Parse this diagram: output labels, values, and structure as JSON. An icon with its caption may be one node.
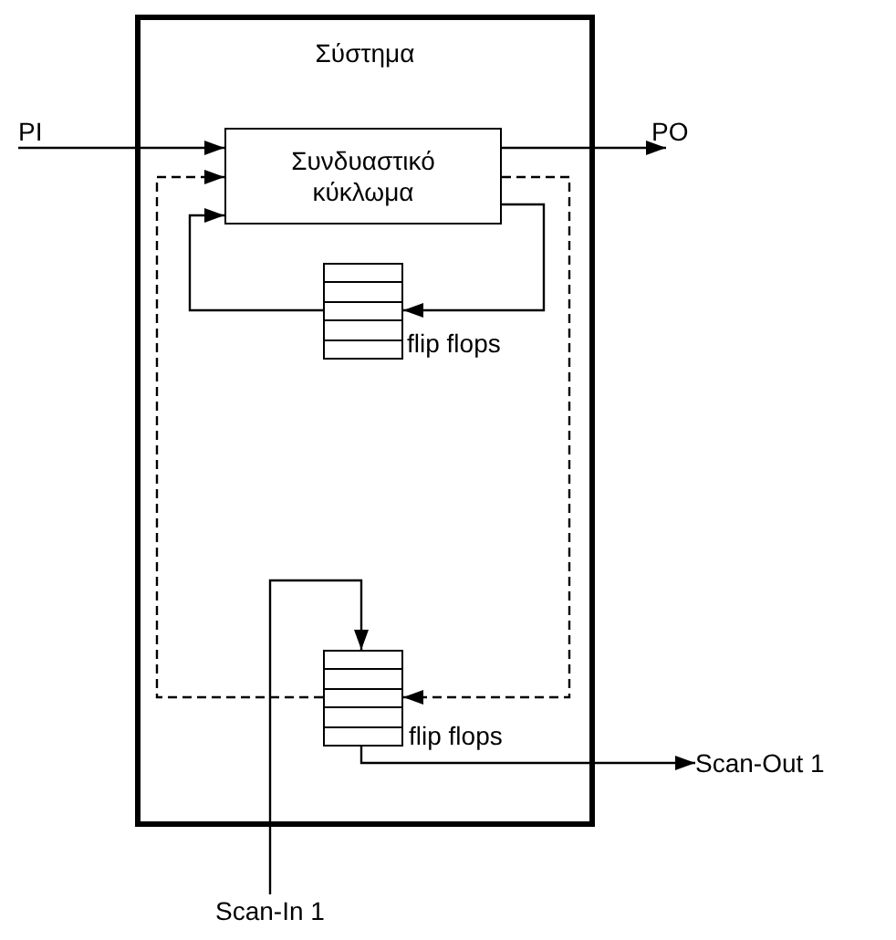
{
  "diagram": {
    "nodes": [
      {
        "text": [
          "Σύστημα"
        ]
      },
      {
        "text": [
          "Συνδυαστικό κύκλωμα"
        ],
        "in": 0
      },
      {
        "text": [],
        "shape": "box",
        "in": 0,
        "beside": [
          "flip flops"
        ]
      },
      {
        "text": [],
        "shape": "box",
        "in": 0,
        "beside": [
          "flip flops"
        ]
      },
      {
        "text": [
          "PI"
        ]
      },
      {
        "text": [
          "PO"
        ]
      },
      {
        "text": [
          "Scan-In 1"
        ]
      },
      {
        "text": [
          "Scan-Out 1"
        ]
      }
    ],
    "edges": [
      {
        "from": 4,
        "to": 1,
        "arrow": "to"
      },
      {
        "from": 1,
        "to": 5,
        "arrow": "to"
      },
      {
        "from": 1,
        "to": 2,
        "arrow": "to"
      },
      {
        "from": 2,
        "to": 1,
        "arrow": "to"
      },
      {
        "from": 3,
        "to": 1,
        "arrow": "to",
        "style": "dashed"
      },
      {
        "from": 1,
        "to": 3,
        "arrow": "to",
        "style": "dashed"
      },
      {
        "from": 6,
        "to": 3,
        "arrow": "to"
      },
      {
        "from": 3,
        "to": 7,
        "arrow": "to"
      }
    ]
  }
}
